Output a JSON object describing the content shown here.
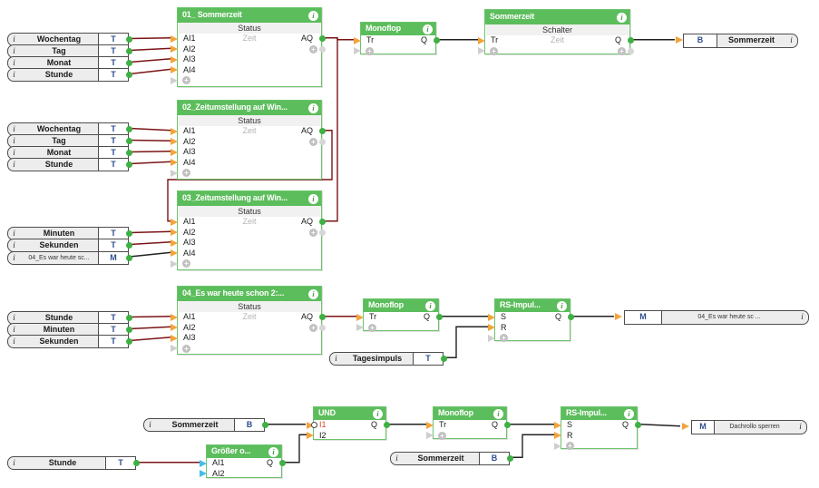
{
  "icons": {
    "info": "i",
    "plus": "+"
  },
  "colors": {
    "block_green": "#5cbd5c",
    "wire_analog": "#7b1416",
    "wire_digital": "#222222",
    "port_orange": "#f2a43b",
    "port_cyan": "#44bdec",
    "port_green": "#3fb044",
    "inverted_input_red": "#e23d26",
    "type_letter_blue": "#2e4d8e"
  },
  "blocks": {
    "b01": {
      "title": "01_ Sommerzeit",
      "subtitle": "Status",
      "center": "Zeit",
      "ports": {
        "in1": "AI1",
        "in2": "AI2",
        "in3": "AI3",
        "in4": "AI4",
        "out": "AQ"
      }
    },
    "b02": {
      "title": "02_Zeitumstellung auf Win...",
      "subtitle": "Status",
      "center": "Zeit",
      "ports": {
        "in1": "AI1",
        "in2": "AI2",
        "in3": "AI3",
        "in4": "AI4",
        "out": "AQ"
      }
    },
    "b03": {
      "title": "03_Zeitumstellung auf Win...",
      "subtitle": "Status",
      "center": "Zeit",
      "ports": {
        "in1": "AI1",
        "in2": "AI2",
        "in3": "AI3",
        "in4": "AI4",
        "out": "AQ"
      }
    },
    "b04": {
      "title": "04_Es war heute schon 2:...",
      "subtitle": "Status",
      "center": "Zeit",
      "ports": {
        "in1": "AI1",
        "in2": "AI2",
        "in3": "AI3",
        "out": "AQ"
      }
    },
    "mono1": {
      "title": "Monoflop",
      "ports": {
        "in1": "Tr",
        "out": "Q"
      }
    },
    "somm": {
      "title": "Sommerzeit",
      "subtitle": "Schalter",
      "center": "Zeit",
      "ports": {
        "in1": "Tr",
        "out": "Q"
      }
    },
    "mono2": {
      "title": "Monoflop",
      "ports": {
        "in1": "Tr",
        "out": "Q"
      }
    },
    "rs1": {
      "title": "RS-Impul...",
      "ports": {
        "in1": "S",
        "in2": "R",
        "out": "Q"
      }
    },
    "und": {
      "title": "UND",
      "ports": {
        "in1": "I1",
        "in2": "I2",
        "out": "Q"
      }
    },
    "groesser": {
      "title": "Größer o...",
      "ports": {
        "in1": "AI1",
        "in2": "AI2",
        "out": "Q"
      }
    },
    "mono3": {
      "title": "Monoflop",
      "ports": {
        "in1": "Tr",
        "out": "Q"
      }
    },
    "rs2": {
      "title": "RS-Impul...",
      "ports": {
        "in1": "S",
        "in2": "R",
        "out": "Q"
      }
    }
  },
  "input_connectors": {
    "r1_wochentag": {
      "label": "Wochentag",
      "type": "T"
    },
    "r1_tag": {
      "label": "Tag",
      "type": "T"
    },
    "r1_monat": {
      "label": "Monat",
      "type": "T"
    },
    "r1_stunde": {
      "label": "Stunde",
      "type": "T"
    },
    "r2_wochentag": {
      "label": "Wochentag",
      "type": "T"
    },
    "r2_tag": {
      "label": "Tag",
      "type": "T"
    },
    "r2_monat": {
      "label": "Monat",
      "type": "T"
    },
    "r2_stunde": {
      "label": "Stunde",
      "type": "T"
    },
    "r3_minuten": {
      "label": "Minuten",
      "type": "T"
    },
    "r3_sekunden": {
      "label": "Sekunden",
      "type": "T"
    },
    "r3_eswar": {
      "label": "04_Es war heute sc...",
      "type": "M"
    },
    "r4_stunde": {
      "label": "Stunde",
      "type": "T"
    },
    "r4_minuten": {
      "label": "Minuten",
      "type": "T"
    },
    "r4_sekunden": {
      "label": "Sekunden",
      "type": "T"
    },
    "tagesimpuls": {
      "label": "Tagesimpuls",
      "type": "T"
    },
    "sommerzeit_und": {
      "label": "Sommerzeit",
      "type": "B"
    },
    "sommerzeit_rs": {
      "label": "Sommerzeit",
      "type": "B"
    },
    "stunde_bottom": {
      "label": "Stunde",
      "type": "T"
    }
  },
  "output_connectors": {
    "sommerzeit": {
      "type": "B",
      "label": "Sommerzeit"
    },
    "eswar": {
      "type": "M",
      "label": "04_Es war heute sc ..."
    },
    "dachrollo": {
      "type": "M",
      "label": "Dachrollo sperren"
    }
  }
}
